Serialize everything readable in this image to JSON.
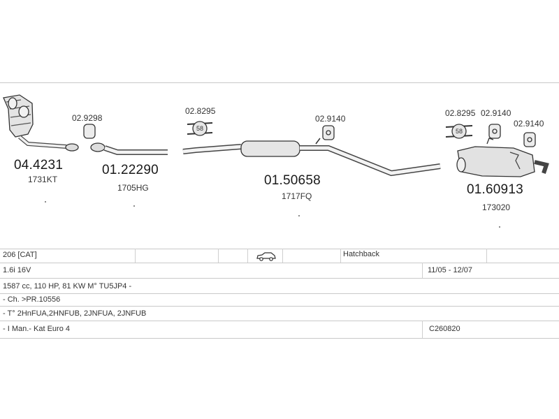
{
  "parts": [
    {
      "number": "04.4231",
      "code": "1731KT"
    },
    {
      "number": "01.22290",
      "code": "1705HG"
    },
    {
      "number": "01.50658",
      "code": "1717FQ"
    },
    {
      "number": "01.60913",
      "code": "173020"
    }
  ],
  "clamps": [
    {
      "label": "02.9298"
    },
    {
      "label": "02.8295",
      "badge": "58"
    },
    {
      "label": "02.9140"
    },
    {
      "label": "02.8295",
      "badge": "58"
    },
    {
      "label": "02.9140"
    },
    {
      "label": "02.9140"
    }
  ],
  "table": {
    "model": "206  [CAT]",
    "body_type": "Hatchback",
    "engine": "1.6i 16V",
    "years": "11/05 - 12/07",
    "spec": "1587 cc, 110 HP, 81 KW M° TU5JP4 -",
    "chassis": "- Ch. >PR.10556",
    "types": "- T° 2HnFUA,2HNFUB, 2JNFUA, 2JNFUB",
    "trans": "- I Man.- Kat Euro 4",
    "code": "C260820"
  }
}
